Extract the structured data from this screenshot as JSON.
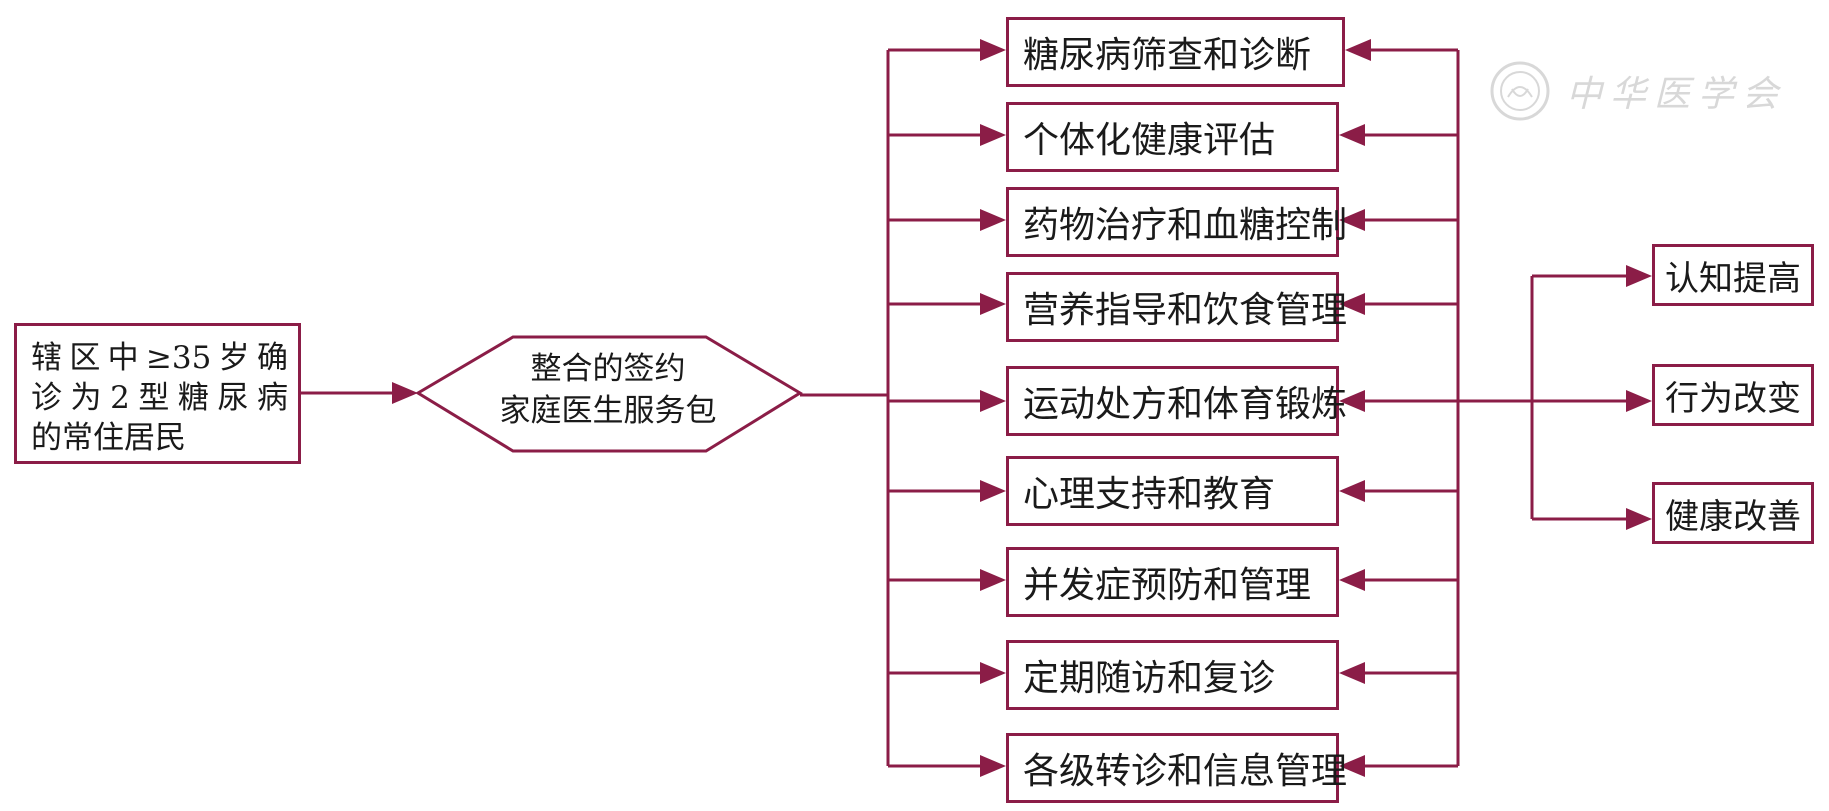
{
  "source": {
    "lines": [
      "辖区中≥35岁确",
      "诊为2型糖尿病",
      "的常住居民"
    ]
  },
  "package": {
    "lines": [
      "整合的签约",
      "家庭医生服务包"
    ]
  },
  "services": [
    "糖尿病筛查和诊断",
    "个体化健康评估",
    "药物治疗和血糖控制",
    "营养指导和饮食管理",
    "运动处方和体育锻炼",
    "心理支持和教育",
    "并发症预防和管理",
    "定期随访和复诊",
    "各级转诊和信息管理"
  ],
  "outcomes": [
    "认知提高",
    "行为改变",
    "健康改善"
  ],
  "watermark": {
    "text": "中华医学会",
    "icon": "seal-emblem-icon"
  },
  "colors": {
    "line": "#8b1d47",
    "text": "#1a1a1a",
    "watermark": "#b9b9b9"
  }
}
